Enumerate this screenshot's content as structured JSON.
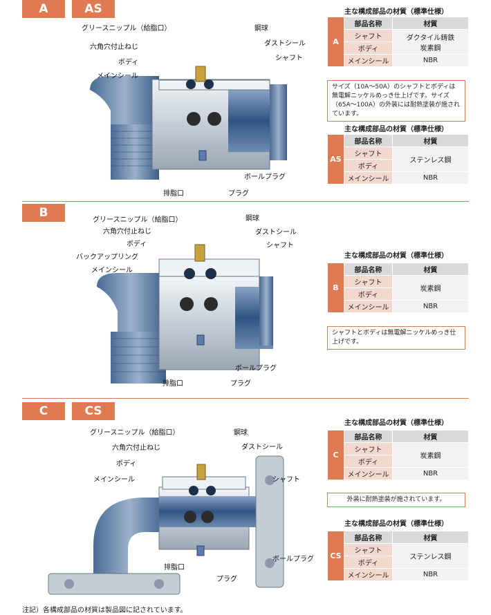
{
  "sections": {
    "a": {
      "tags": [
        "A",
        "AS"
      ]
    },
    "b": {
      "tags": [
        "B"
      ]
    },
    "c": {
      "tags": [
        "C",
        "CS"
      ]
    }
  },
  "labels": {
    "grease_nipple": "グリースニップル（給脂口）",
    "steel_ball": "鋼球",
    "hex_screw": "六角穴付止ねじ",
    "dust_seal": "ダストシール",
    "body": "ボディ",
    "shaft": "シャフト",
    "main_seal": "メインシール",
    "ball_plug": "ボールプラグ",
    "drain": "排脂口",
    "plug": "プラグ",
    "backup_ring": "バックアップリング"
  },
  "materials": {
    "title": "主な構成部品の材質（標準仕様）",
    "col_part": "部品名称",
    "col_material": "材質",
    "part_shaft": "シャフト",
    "part_body": "ボディ",
    "part_main_seal": "メインシール",
    "nbr": "NBR",
    "a": {
      "code": "A",
      "shaft_body": "ダクタイル鋳鉄\n炭素鋼",
      "note": "サイズ（10A～50A）のシャフトとボディは無電解ニッケルめっき仕上げです。サイズ（65A～100A）の外装には耐熱塗装が施されています。"
    },
    "as": {
      "code": "AS",
      "shaft_body": "ステンレス鋼"
    },
    "b": {
      "code": "B",
      "shaft_body": "炭素鋼",
      "note": "シャフトとボディは無電解ニッケルめっき仕上げです。"
    },
    "c": {
      "code": "C",
      "shaft_body": "炭素鋼",
      "note": "外装に耐熱塗装が施されています。"
    },
    "cs": {
      "code": "CS",
      "shaft_body": "ステンレス鋼"
    }
  },
  "footnote": "注記）各構成部品の材質は製品図に記されています。",
  "colors": {
    "accent": "#e07a52",
    "steel": "#4e6f97",
    "body_light": "#c9d2dc"
  }
}
